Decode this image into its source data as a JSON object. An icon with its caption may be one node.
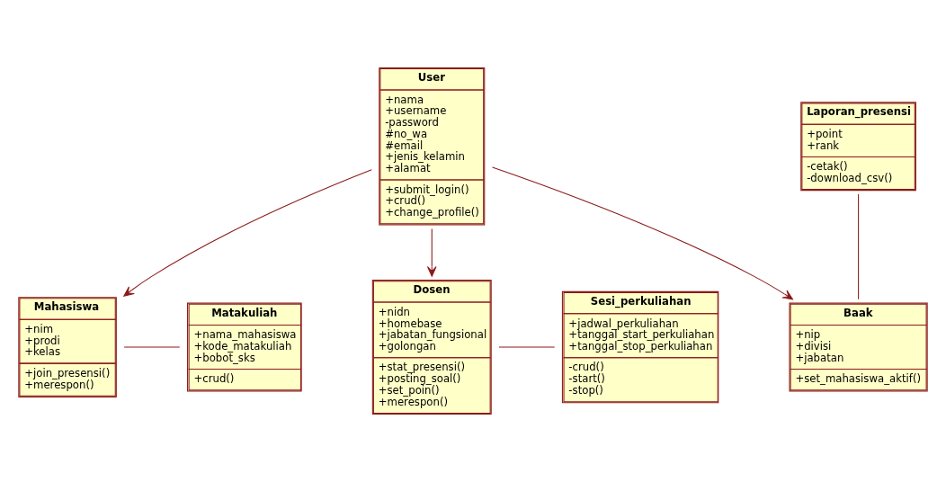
{
  "diagram": {
    "nodes": [
      {
        "text": [
          "User",
          "+nama +username -password #no_wa #email +jenis_kelamin +alamat",
          "+submit_login() +crud() +change_profile()"
        ]
      },
      {
        "text": [
          "Mahasiswa",
          "+nim +prodi +kelas",
          "+join_presensi() +merespon()"
        ]
      },
      {
        "text": [
          "Matakuliah",
          "+nama_mahasiswa +kode_matakuliah +bobot_sks",
          "+crud()"
        ]
      },
      {
        "text": [
          "Laporan_presensi",
          "+point +rank",
          "-cetak() -download_csv()"
        ]
      },
      {
        "text": [
          "Baak",
          "+nip +divisi +jabatan",
          "+set_mahasiswa_aktif()"
        ]
      },
      {
        "text": [
          "Dosen",
          "+nidn +homebase +jabatan_fungsional +golongan",
          "+stat_presensi() +posting_soal() +set_poin() +merespon()"
        ]
      },
      {
        "text": [
          "Sesi_perkuliahan",
          "+jadwal_perkuliahan +tanggal_start_perkuliahan +tanggal_stop_perkuliahan",
          "-crud() -start() -stop()"
        ]
      }
    ],
    "edges": [
      {
        "from": 0,
        "to": 1,
        "arrow": "to"
      },
      {
        "from": 1,
        "to": 2,
        "arrow": "none"
      },
      {
        "from": 0,
        "to": 5,
        "arrow": "to"
      },
      {
        "from": 0,
        "to": 4,
        "arrow": "to"
      },
      {
        "from": 3,
        "to": 4,
        "arrow": "none"
      },
      {
        "from": 5,
        "to": 6,
        "arrow": "none"
      }
    ]
  }
}
